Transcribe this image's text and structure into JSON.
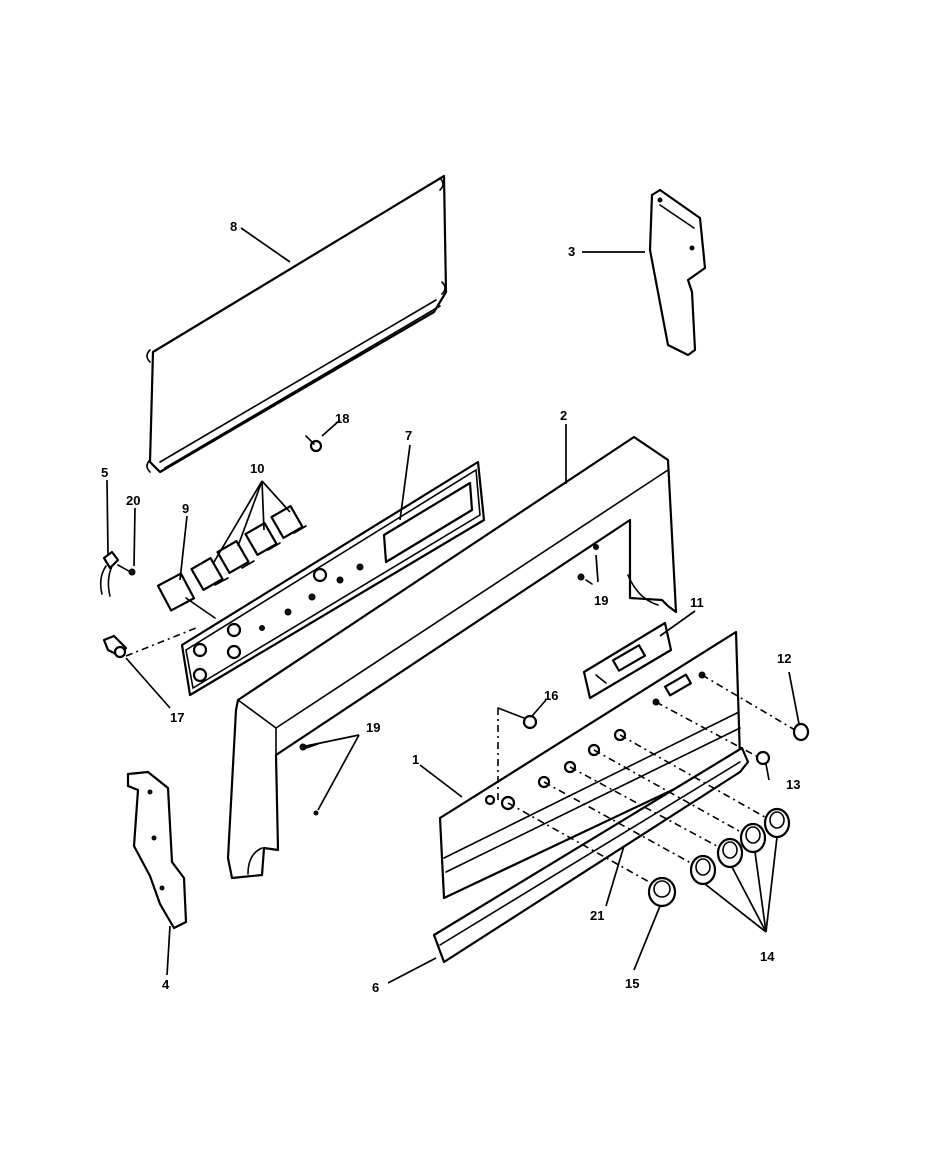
{
  "diagram": {
    "colors": {
      "line": "#000000",
      "background": "#ffffff"
    },
    "callouts": [
      {
        "id": "c1",
        "text": "1"
      },
      {
        "id": "c2",
        "text": "2"
      },
      {
        "id": "c3",
        "text": "3"
      },
      {
        "id": "c4",
        "text": "4"
      },
      {
        "id": "c5",
        "text": "5"
      },
      {
        "id": "c6",
        "text": "6"
      },
      {
        "id": "c7",
        "text": "7"
      },
      {
        "id": "c8",
        "text": "8"
      },
      {
        "id": "c9",
        "text": "9"
      },
      {
        "id": "c10",
        "text": "10"
      },
      {
        "id": "c11",
        "text": "11"
      },
      {
        "id": "c12",
        "text": "12"
      },
      {
        "id": "c13",
        "text": "13"
      },
      {
        "id": "c14",
        "text": "14"
      },
      {
        "id": "c15",
        "text": "15"
      },
      {
        "id": "c16",
        "text": "16"
      },
      {
        "id": "c17",
        "text": "17"
      },
      {
        "id": "c18",
        "text": "18"
      },
      {
        "id": "c19a",
        "text": "19"
      },
      {
        "id": "c19b",
        "text": "19"
      },
      {
        "id": "c20",
        "text": "20"
      },
      {
        "id": "c21",
        "text": "21"
      }
    ]
  }
}
